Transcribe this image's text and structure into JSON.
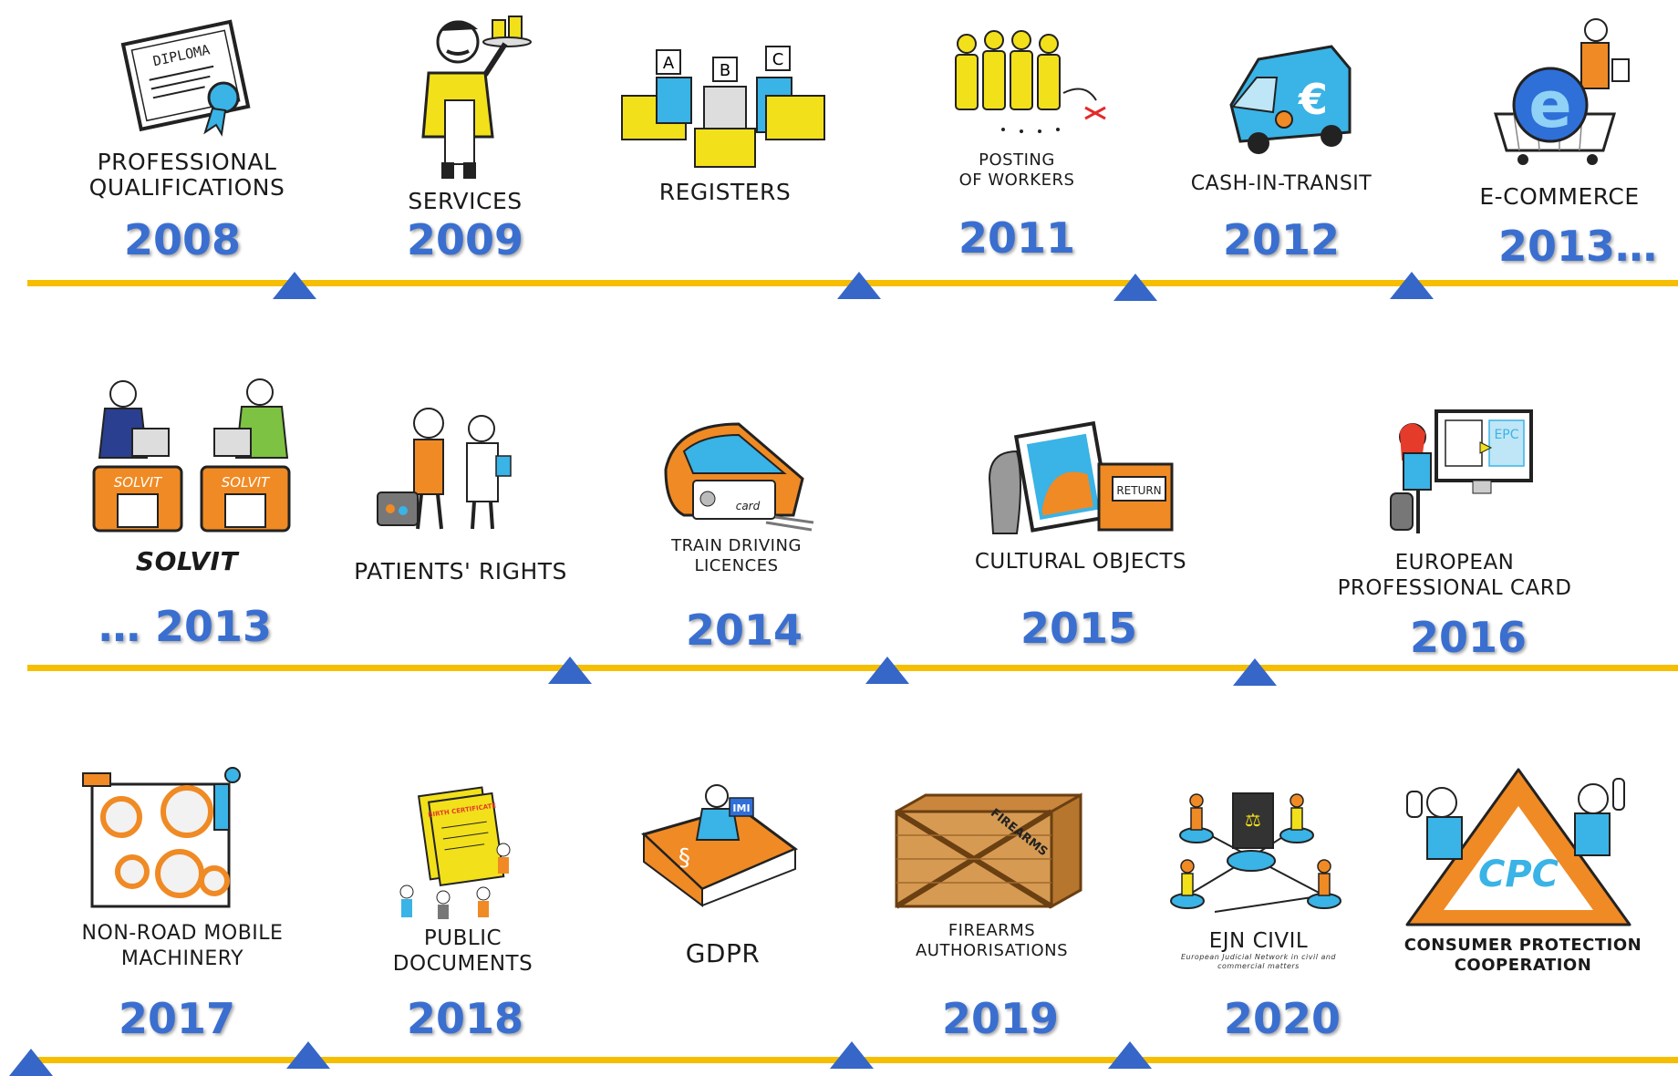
{
  "colors": {
    "timeline": "#f6be00",
    "marker": "#3566c8",
    "year": "#3a6fd0",
    "accent_orange": "#f08a24",
    "accent_yellow": "#f2e01a",
    "accent_blue": "#3ab3e6"
  },
  "rows": [
    {
      "items": [
        {
          "icon": "diploma-icon",
          "label": "PROFESSIONAL\nQUALIFICATIONS",
          "year": "2008",
          "illus_text": "DIPLOMA"
        },
        {
          "icon": "waiter-icon",
          "label": "SERVICES",
          "year": "2009"
        },
        {
          "icon": "filing-cabinets-icon",
          "label": "REGISTERS",
          "year": "",
          "tabs": [
            "A",
            "B",
            "C"
          ]
        },
        {
          "icon": "workers-icon",
          "label": "POSTING\nOF WORKERS",
          "year": "2011"
        },
        {
          "icon": "van-icon",
          "label": "CASH-IN-TRANSIT",
          "year": "2012",
          "illus_text": "€"
        },
        {
          "icon": "shopping-cart-icon",
          "label": "E-COMMERCE",
          "year": "2013…",
          "illus_text": "e"
        }
      ]
    },
    {
      "items": [
        {
          "icon": "solvit-desks-icon",
          "label": "SOLVIT",
          "year": "… 2013",
          "illus_text": "SOLVIT"
        },
        {
          "icon": "patient-doctor-icon",
          "label": "PATIENTS' RIGHTS",
          "year": ""
        },
        {
          "icon": "train-icon",
          "label": "TRAIN DRIVING\nLICENCES",
          "year": "2014",
          "illus_text": "card"
        },
        {
          "icon": "painting-return-icon",
          "label": "CULTURAL OBJECTS",
          "year": "2015",
          "illus_text": "RETURN"
        },
        {
          "icon": "computer-user-icon",
          "label": "EUROPEAN\nPROFESSIONAL CARD",
          "year": "2016",
          "illus_text": "EPC"
        }
      ]
    },
    {
      "items": [
        {
          "icon": "gears-machinery-icon",
          "label": "NON-ROAD MOBILE\nMACHINERY",
          "year": "2017"
        },
        {
          "icon": "certificates-icon",
          "label": "PUBLIC DOCUMENTS",
          "year": "2018",
          "illus_text": "BIRTH CERTIFICATE"
        },
        {
          "icon": "book-icon",
          "label": "GDPR",
          "year": "",
          "illus_text": "IMI"
        },
        {
          "icon": "crate-icon",
          "label": "FIREARMS\nAUTHORISATIONS",
          "year": "2019",
          "illus_text": "FIREARMS"
        },
        {
          "icon": "network-icon",
          "label": "EJN CIVIL",
          "sublabel": "European Judicial Network in civil and commercial matters",
          "year": "2020"
        },
        {
          "icon": "warning-triangle-icon",
          "label": "CONSUMER PROTECTION\nCOOPERATION",
          "year": "",
          "illus_text": "CPC"
        }
      ]
    }
  ]
}
